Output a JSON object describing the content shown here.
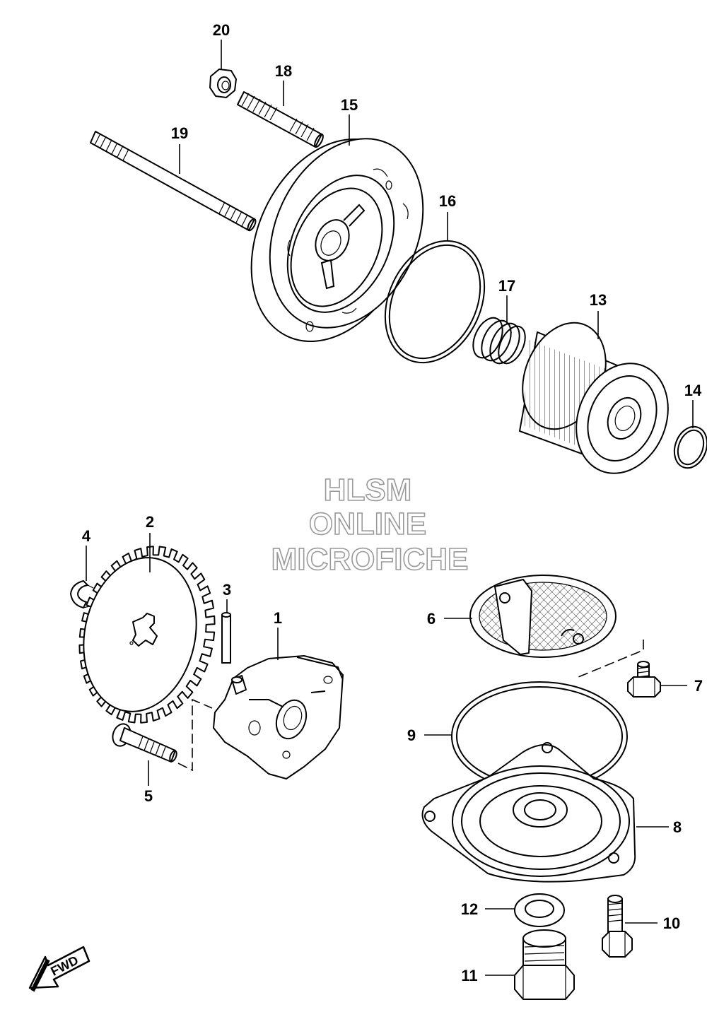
{
  "watermark": {
    "line1": "HLSM",
    "line2": "ONLINE",
    "line3": "MICROFICHE"
  },
  "direction_label": "FWD",
  "callouts": [
    {
      "id": "1",
      "text": "1"
    },
    {
      "id": "2",
      "text": "2"
    },
    {
      "id": "3",
      "text": "3"
    },
    {
      "id": "4",
      "text": "4"
    },
    {
      "id": "5",
      "text": "5"
    },
    {
      "id": "6",
      "text": "6"
    },
    {
      "id": "7",
      "text": "7"
    },
    {
      "id": "8",
      "text": "8"
    },
    {
      "id": "9",
      "text": "9"
    },
    {
      "id": "10",
      "text": "10"
    },
    {
      "id": "11",
      "text": "11"
    },
    {
      "id": "12",
      "text": "12"
    },
    {
      "id": "13",
      "text": "13"
    },
    {
      "id": "14",
      "text": "14"
    },
    {
      "id": "15",
      "text": "15"
    },
    {
      "id": "16",
      "text": "16"
    },
    {
      "id": "17",
      "text": "17"
    },
    {
      "id": "18",
      "text": "18"
    },
    {
      "id": "19",
      "text": "19"
    },
    {
      "id": "20",
      "text": "20"
    }
  ]
}
